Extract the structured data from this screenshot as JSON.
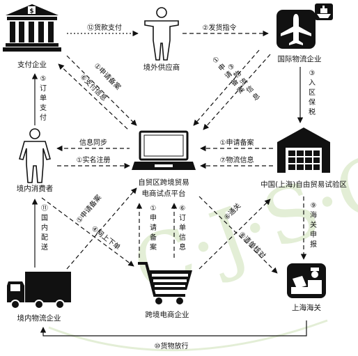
{
  "nodes": {
    "payment": "支付企业",
    "supplier": "境外供应商",
    "intl_logistics": "国际物流企业",
    "consumer": "境内消费者",
    "platform_line1": "自贸区跨境贸易",
    "platform_line2": "电商试点平台",
    "ftz": "中国(上海)自由贸易试验区",
    "dom_logistics": "境内物流企业",
    "ecommerce": "跨境电商企业",
    "customs": "上海海关"
  },
  "edges": {
    "e12": "⑫货款支付",
    "e2": "②发货指令",
    "e3": [
      "③",
      "入",
      "区",
      "保",
      "税"
    ],
    "e5": [
      "⑤",
      "订",
      "单",
      "支",
      "付"
    ],
    "e1a": "①申请备案",
    "e6a": "⑥支付信息",
    "e1b": [
      "①",
      "申",
      "请",
      "备",
      "案"
    ],
    "e3b": [
      "③",
      "物",
      "流",
      "信",
      "息"
    ],
    "sync": "信息同步",
    "e1c": "①实名注册",
    "e1d": "①申请备案",
    "e7": "⑦物流信息",
    "e4": "④网上下单",
    "e1e": "①申请备案",
    "e1f": [
      "①",
      "申",
      "请",
      "备",
      "案"
    ],
    "e6b": [
      "⑥",
      "订",
      "单",
      "信",
      "息"
    ],
    "e11": [
      "⑪",
      "国",
      "内",
      "配",
      "送"
    ],
    "e9": [
      "⑨",
      "海",
      "关",
      "申",
      "报"
    ],
    "e8a": "⑥通关",
    "e8b": "⑧清单核对",
    "e10": "⑩货物放行"
  },
  "colors": {
    "ink": "#111111",
    "watermark": "#dfeccf"
  },
  "watermark_text": "C·J·S·C"
}
